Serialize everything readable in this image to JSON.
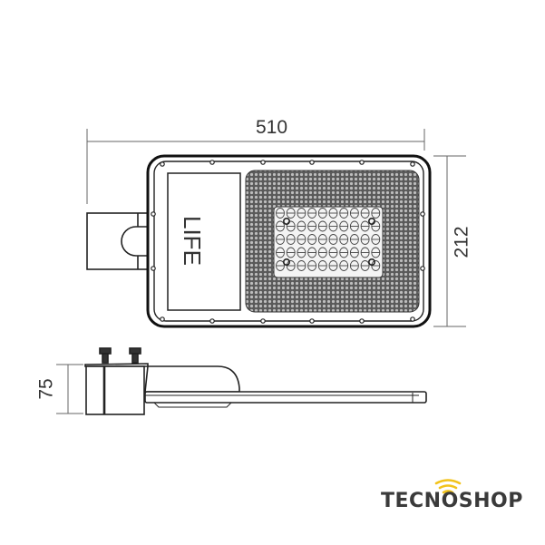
{
  "drawing": {
    "title": "LED street light dimensional drawing",
    "units": "mm",
    "dimensions": {
      "width": "510",
      "depth": "212",
      "height": "75"
    },
    "top_view": {
      "label_panel_text": "LIFE",
      "led_grid": {
        "columns": 10,
        "rows": 5
      },
      "mount_bracket": "pole-mount-arm"
    },
    "side_view": {
      "bolts": 2
    },
    "colors": {
      "line": "#222222",
      "dim_line": "#555555",
      "reflector": "#6a6a6a",
      "led_panel": "#f2f2f2"
    }
  },
  "brand": {
    "name": "TECNOSHOP",
    "icon": "wifi-signal-icon",
    "icon_color": "#f2c31b",
    "text_color": "#3a3a3a"
  }
}
